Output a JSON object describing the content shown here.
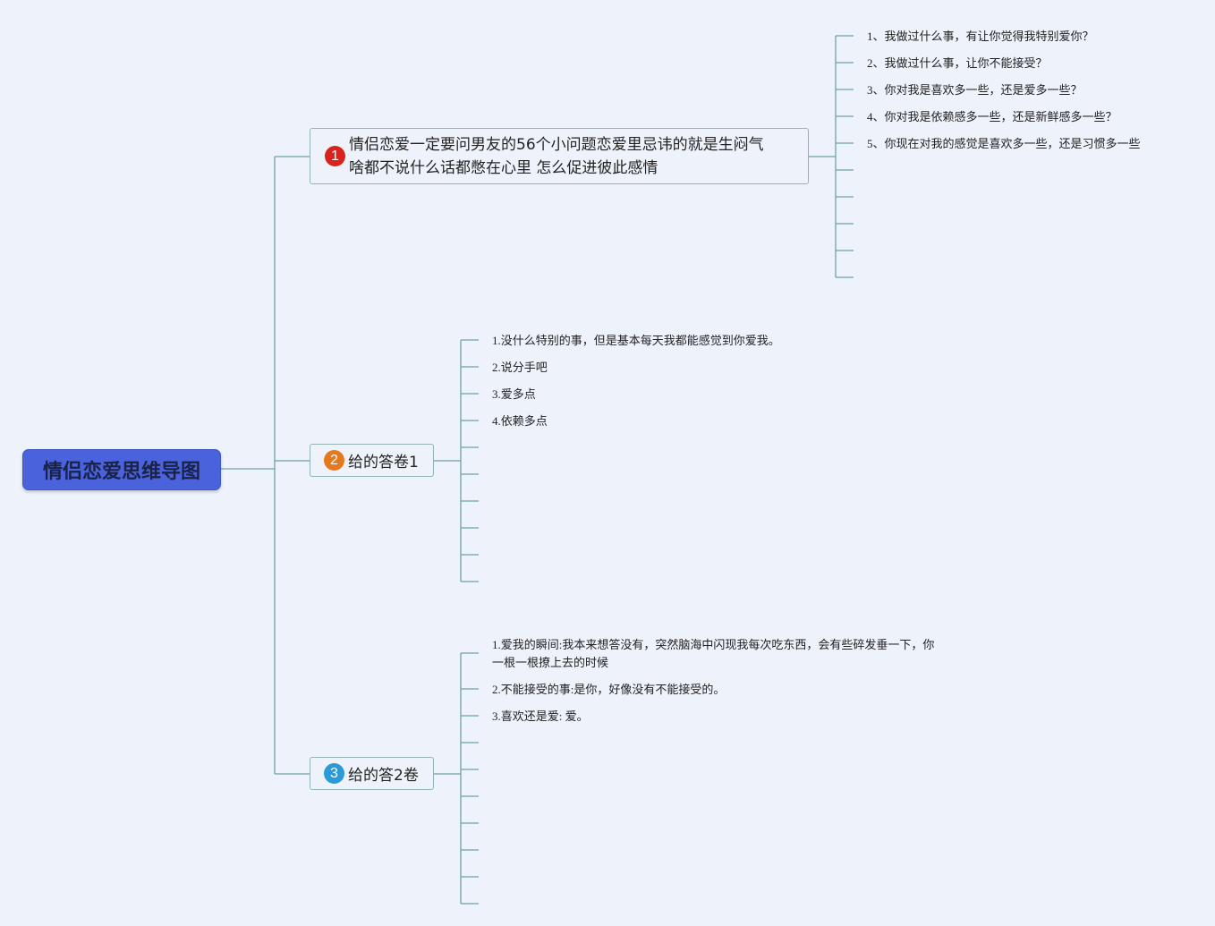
{
  "root": {
    "title": "情侣恋爱思维导图"
  },
  "branches": [
    {
      "marker": "1",
      "title": "情侣恋爱一定要问男友的56个小问题恋爱里忌讳的就是生闷气\n啥都不说什么话都憋在心里 怎么促进彼此感情",
      "items": [
        "1、我做过什么事，有让你觉得我特别爱你？",
        "2、我做过什么事，让你不能接受？",
        "3、你对我是喜欢多一些，还是爱多一些？",
        "4、你对我是依赖感多一些，还是新鲜感多一些？",
        "5、你现在对我的感觉是喜欢多一些，还是习惯多一些"
      ]
    },
    {
      "marker": "2",
      "title": "给的答卷1",
      "items": [
        "1.没什么特别的事，但是基本每天我都能感觉到你爱我。",
        "2.说分手吧",
        "3.爱多点",
        "4.依赖多点"
      ]
    },
    {
      "marker": "3",
      "title": "给的答2卷",
      "items": [
        "1.爱我的瞬间:我本来想答没有，突然脑海中闪现我每次吃东西，会有些碎发垂一下，你一根一根撩上去的时候",
        "2.不能接受的事:是你，好像没有不能接受的。",
        "3.喜欢还是爱: 爱。"
      ]
    }
  ]
}
